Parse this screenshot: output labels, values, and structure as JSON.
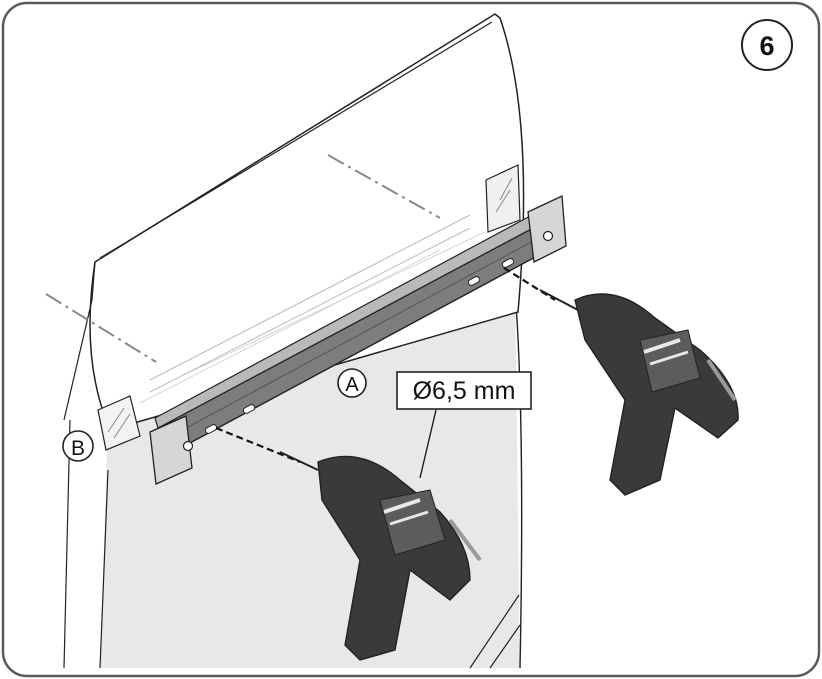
{
  "step": {
    "number": "6"
  },
  "callouts": {
    "rail": "A",
    "bracket": "B",
    "drill_bit": "Ø6,5 mm"
  },
  "colors": {
    "frame": "#5a5a5a",
    "panel_shade": "#e8e8e8",
    "rail": "#7d7d7d",
    "drill_body": "#3a3a3a",
    "drill_grip": "#5c5c5c"
  },
  "icons": [
    "drill-icon",
    "drill-icon"
  ]
}
